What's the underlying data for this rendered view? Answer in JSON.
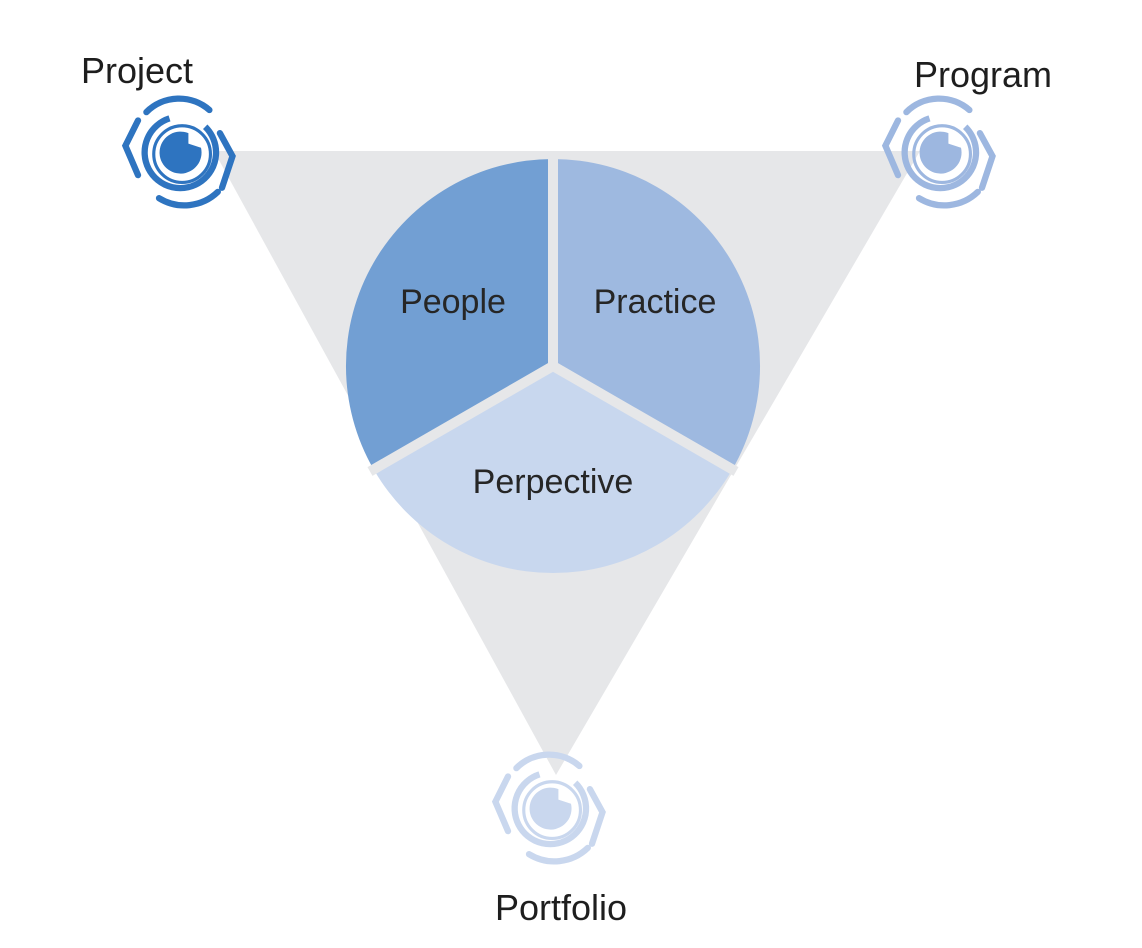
{
  "corners": {
    "project": {
      "label": "Project",
      "color": "#2e74c0"
    },
    "program": {
      "label": "Program",
      "color": "#9db7e0"
    },
    "portfolio": {
      "label": "Portfolio",
      "color": "#c9d7ee"
    }
  },
  "segments": {
    "people": {
      "label": "People",
      "color": "#729fd3"
    },
    "practice": {
      "label": "Practice",
      "color": "#9eb9e0"
    },
    "perspective": {
      "label": "Perpective",
      "color": "#c8d7ee"
    }
  },
  "colors": {
    "triangle": "#e6e7e9",
    "divider": "#e6e7e9"
  },
  "icons": {
    "project": "eye-swirl-icon",
    "program": "eye-swirl-icon",
    "portfolio": "eye-swirl-icon"
  }
}
